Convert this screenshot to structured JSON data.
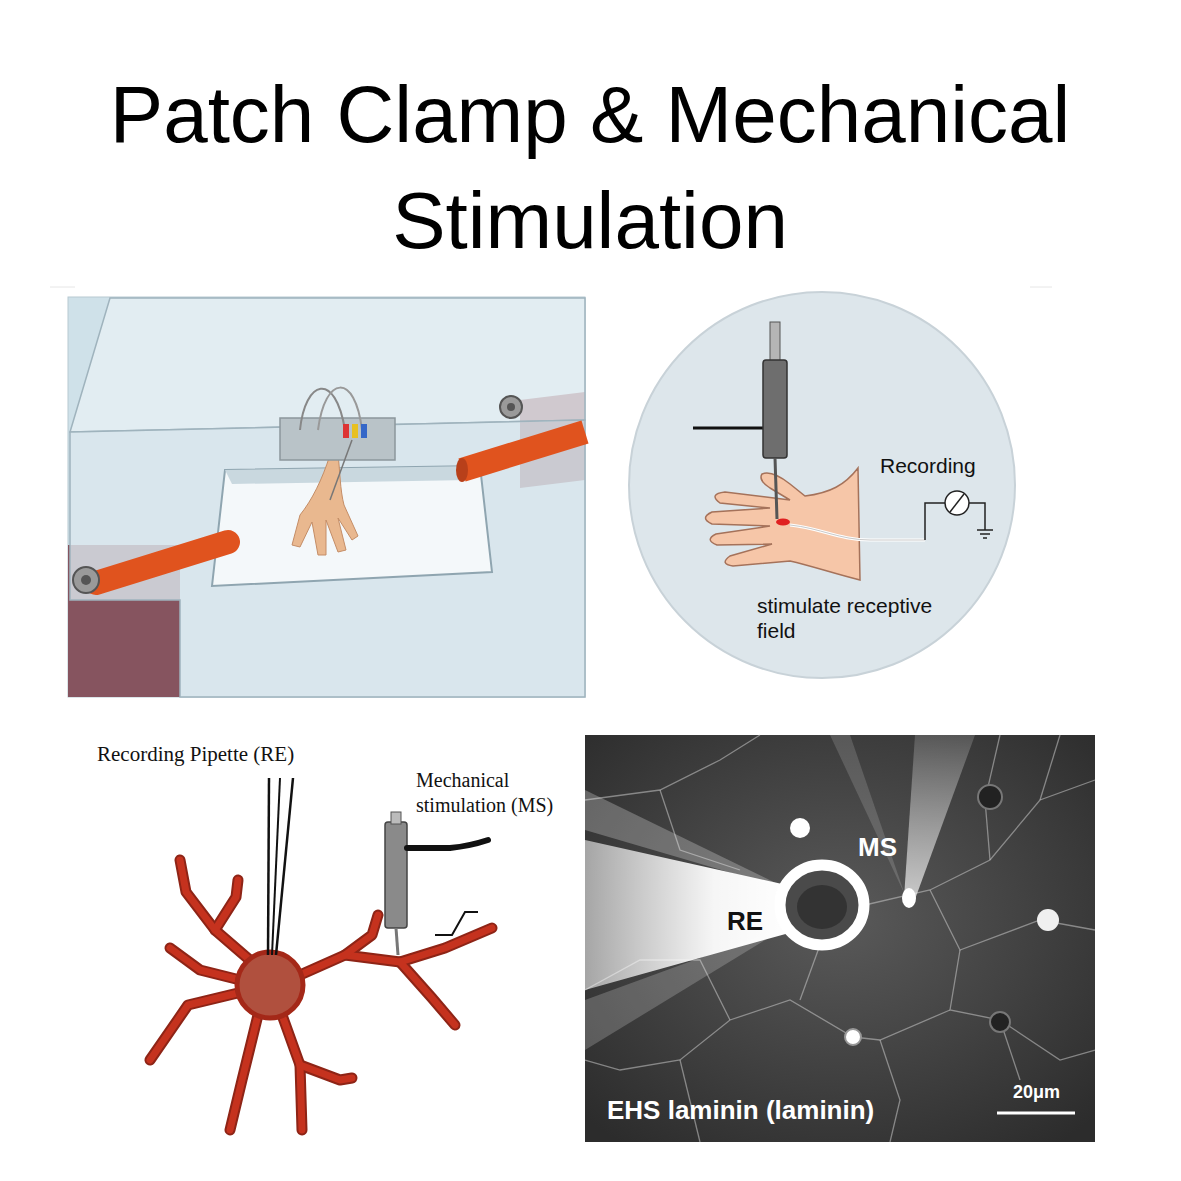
{
  "diagram": {
    "title": "Patch Clamp & Mechanical Stimulation",
    "nodes": [
      {
        "text": [
          "Recording",
          "stimulate receptive field"
        ]
      },
      {
        "text": [
          "MS",
          "RE",
          "20μm",
          "EHS laminin (laminin)"
        ]
      }
    ],
    "labels": [
      "Recording Pipette (RE)",
      "Mechanical stimulation (MS)"
    ]
  }
}
